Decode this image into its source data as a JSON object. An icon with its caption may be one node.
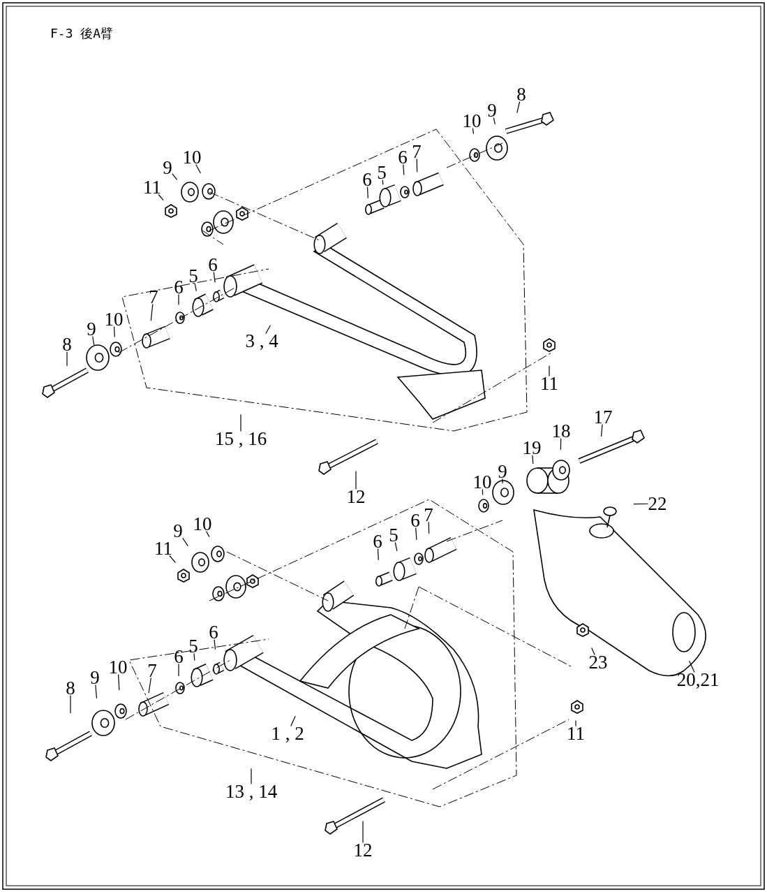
{
  "diagram": {
    "title": "F-3 後A臂",
    "nodes": [
      {
        "text": [
          "8"
        ]
      },
      {
        "text": [
          "10"
        ]
      },
      {
        "text": [
          "9"
        ]
      },
      {
        "text": [
          "6"
        ]
      },
      {
        "text": [
          "5"
        ]
      },
      {
        "text": [
          "6"
        ]
      },
      {
        "text": [
          "7"
        ]
      },
      {
        "text": [
          "11"
        ]
      },
      {
        "text": [
          "9"
        ]
      },
      {
        "text": [
          "10"
        ]
      },
      {
        "text": [
          "7"
        ]
      },
      {
        "text": [
          "6"
        ]
      },
      {
        "text": [
          "5"
        ]
      },
      {
        "text": [
          "6"
        ]
      },
      {
        "text": [
          "8"
        ]
      },
      {
        "text": [
          "9"
        ]
      },
      {
        "text": [
          "10"
        ]
      },
      {
        "text": [
          "3 , 4"
        ]
      },
      {
        "text": [
          "11"
        ]
      },
      {
        "text": [
          "15 , 16"
        ]
      },
      {
        "text": [
          "12"
        ]
      },
      {
        "text": [
          "17"
        ]
      },
      {
        "text": [
          "18"
        ]
      },
      {
        "text": [
          "19"
        ]
      },
      {
        "text": [
          "10"
        ]
      },
      {
        "text": [
          "9"
        ]
      },
      {
        "text": [
          "22"
        ]
      },
      {
        "text": [
          "11"
        ]
      },
      {
        "text": [
          "9"
        ]
      },
      {
        "text": [
          "10"
        ]
      },
      {
        "text": [
          "6"
        ]
      },
      {
        "text": [
          "5"
        ]
      },
      {
        "text": [
          "6"
        ]
      },
      {
        "text": [
          "7"
        ]
      },
      {
        "text": [
          "7"
        ]
      },
      {
        "text": [
          "6"
        ]
      },
      {
        "text": [
          "5"
        ]
      },
      {
        "text": [
          "6"
        ]
      },
      {
        "text": [
          "8"
        ]
      },
      {
        "text": [
          "9"
        ]
      },
      {
        "text": [
          "10"
        ]
      },
      {
        "text": [
          "1 , 2"
        ]
      },
      {
        "text": [
          "23"
        ]
      },
      {
        "text": [
          "20,21"
        ]
      },
      {
        "text": [
          "11"
        ]
      },
      {
        "text": [
          "13 , 14"
        ]
      },
      {
        "text": [
          "12"
        ]
      }
    ],
    "edges": [
      {
        "from": 0,
        "to": null,
        "arrow": "none"
      },
      {
        "from": 1,
        "to": null,
        "arrow": "none"
      },
      {
        "from": 2,
        "to": null,
        "arrow": "none"
      },
      {
        "from": 3,
        "to": null,
        "arrow": "none"
      },
      {
        "from": 4,
        "to": null,
        "arrow": "none"
      },
      {
        "from": 5,
        "to": null,
        "arrow": "none"
      },
      {
        "from": 6,
        "to": null,
        "arrow": "none"
      },
      {
        "from": 7,
        "to": null,
        "arrow": "none"
      },
      {
        "from": 8,
        "to": null,
        "arrow": "none"
      },
      {
        "from": 9,
        "to": null,
        "arrow": "none"
      },
      {
        "from": 10,
        "to": null,
        "arrow": "none"
      },
      {
        "from": 11,
        "to": null,
        "arrow": "none"
      },
      {
        "from": 12,
        "to": null,
        "arrow": "none"
      },
      {
        "from": 13,
        "to": null,
        "arrow": "none"
      },
      {
        "from": 14,
        "to": null,
        "arrow": "none"
      },
      {
        "from": 15,
        "to": null,
        "arrow": "none"
      },
      {
        "from": 16,
        "to": null,
        "arrow": "none"
      },
      {
        "from": 17,
        "to": null,
        "arrow": "none"
      },
      {
        "from": 18,
        "to": null,
        "arrow": "none"
      },
      {
        "from": 19,
        "to": null,
        "arrow": "none"
      },
      {
        "from": 20,
        "to": null,
        "arrow": "none"
      },
      {
        "from": 21,
        "to": null,
        "arrow": "none"
      },
      {
        "from": 22,
        "to": null,
        "arrow": "none"
      },
      {
        "from": 23,
        "to": null,
        "arrow": "none"
      },
      {
        "from": 24,
        "to": null,
        "arrow": "none"
      },
      {
        "from": 25,
        "to": null,
        "arrow": "none"
      },
      {
        "from": 26,
        "to": null,
        "arrow": "none"
      },
      {
        "from": 27,
        "to": null,
        "arrow": "none"
      },
      {
        "from": 28,
        "to": null,
        "arrow": "none"
      },
      {
        "from": 29,
        "to": null,
        "arrow": "none"
      },
      {
        "from": 30,
        "to": null,
        "arrow": "none"
      },
      {
        "from": 31,
        "to": null,
        "arrow": "none"
      },
      {
        "from": 32,
        "to": null,
        "arrow": "none"
      },
      {
        "from": 33,
        "to": null,
        "arrow": "none"
      },
      {
        "from": 34,
        "to": null,
        "arrow": "none"
      },
      {
        "from": 35,
        "to": null,
        "arrow": "none"
      },
      {
        "from": 36,
        "to": null,
        "arrow": "none"
      },
      {
        "from": 37,
        "to": null,
        "arrow": "none"
      },
      {
        "from": 38,
        "to": null,
        "arrow": "none"
      },
      {
        "from": 39,
        "to": null,
        "arrow": "none"
      },
      {
        "from": 40,
        "to": null,
        "arrow": "none"
      },
      {
        "from": 41,
        "to": null,
        "arrow": "none"
      },
      {
        "from": 42,
        "to": null,
        "arrow": "none"
      },
      {
        "from": 43,
        "to": null,
        "arrow": "none"
      },
      {
        "from": 44,
        "to": null,
        "arrow": "none"
      },
      {
        "from": 45,
        "to": null,
        "arrow": "none"
      },
      {
        "from": 46,
        "to": null,
        "arrow": "none"
      }
    ]
  }
}
